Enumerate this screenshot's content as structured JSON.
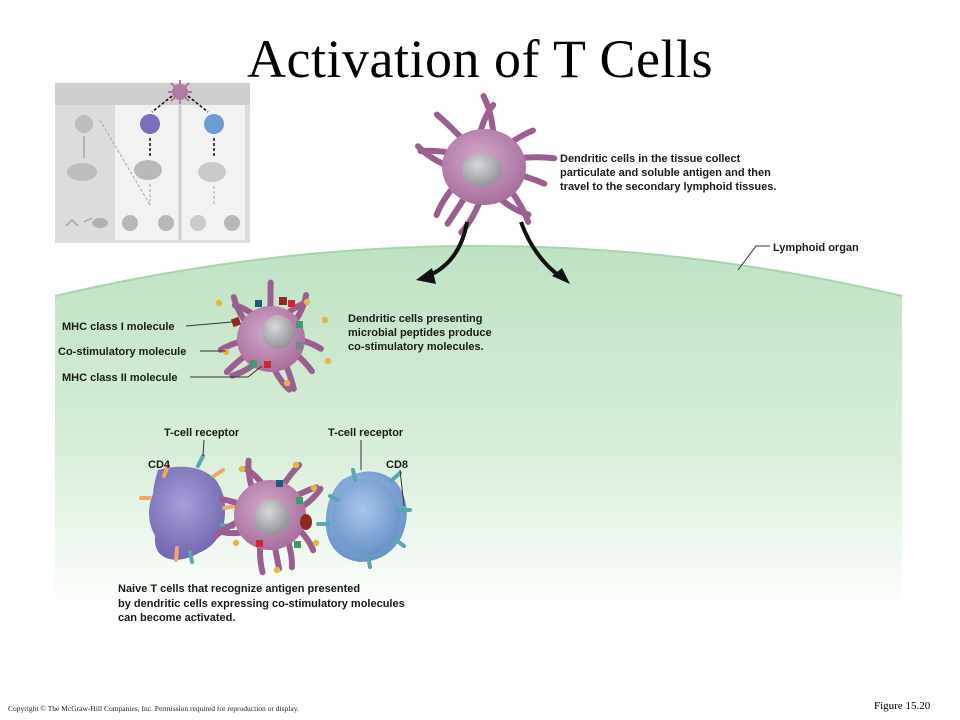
{
  "title": "Activation of T Cells",
  "labels": {
    "dendritic_tissue": [
      "Dendritic cells in the tissue collect",
      "particulate and soluble antigen and then",
      "travel to the secondary lymphoid tissues."
    ],
    "lymphoid_organ": "Lymphoid organ",
    "dendritic_presenting": [
      "Dendritic cells presenting",
      "microbial peptides produce",
      "co-stimulatory molecules."
    ],
    "mhc_class_1": "MHC class I molecule",
    "co_stimulatory": "Co-stimulatory molecule",
    "mhc_class_2": "MHC class II molecule",
    "tcr_left": "T-cell receptor",
    "tcr_right": "T-cell receptor",
    "cd4": "CD4",
    "cd8": "CD8",
    "naive_caption": [
      "Naive T cells that recognize antigen presented",
      "by dendritic cells expressing co-stimulatory molecules",
      "can become activated."
    ]
  },
  "footer": {
    "copyright": "Copyright © The McGraw-Hill Companies, Inc. Permission required for reproduction or display.",
    "figure": "Figure 15.20"
  },
  "colors": {
    "dendritic_body": "#b07aa6",
    "dendritic_edge": "#8a4e80",
    "nucleus": "#a9a9ad",
    "cd4_cell": "#8b80c4",
    "cd8_cell": "#7da3d2",
    "mhc_class_1": "#8e2a20",
    "mhc_class_2": "#d8223a",
    "co_stimulatory": "#e7b640",
    "lymphoid_fill": "#c8e6cc",
    "thumbnail_bg": "#dcdcdc"
  }
}
